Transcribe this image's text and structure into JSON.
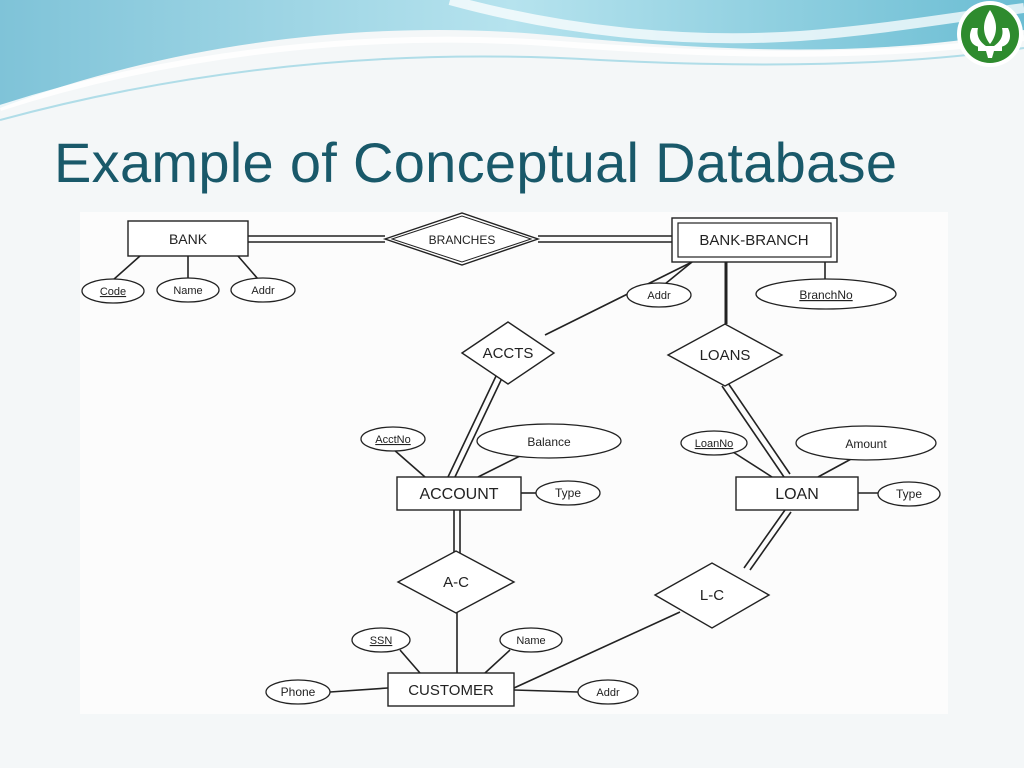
{
  "slide": {
    "title": "Example of Conceptual Database",
    "colors": {
      "title": "#19596a",
      "header_wave": "#8fd0e0",
      "logo_green": "#2e8b2e"
    },
    "logo_icon": "fleur-de-lis-icon"
  },
  "diagram": {
    "entities": {
      "bank": "BANK",
      "bank_branch": "BANK-BRANCH",
      "account": "ACCOUNT",
      "loan": "LOAN",
      "customer": "CUSTOMER"
    },
    "relationships": {
      "branches": "BRANCHES",
      "accts": "ACCTS",
      "loans": "LOANS",
      "a_c": "A-C",
      "l_c": "L-C"
    },
    "attributes": {
      "bank_code": "Code",
      "bank_name": "Name",
      "bank_addr": "Addr",
      "branch_addr": "Addr",
      "branch_no": "BranchNo",
      "acct_no": "AcctNo",
      "balance": "Balance",
      "acct_type": "Type",
      "loan_no": "LoanNo",
      "amount": "Amount",
      "loan_type": "Type",
      "ssn": "SSN",
      "cust_name": "Name",
      "phone": "Phone",
      "cust_addr": "Addr"
    }
  }
}
